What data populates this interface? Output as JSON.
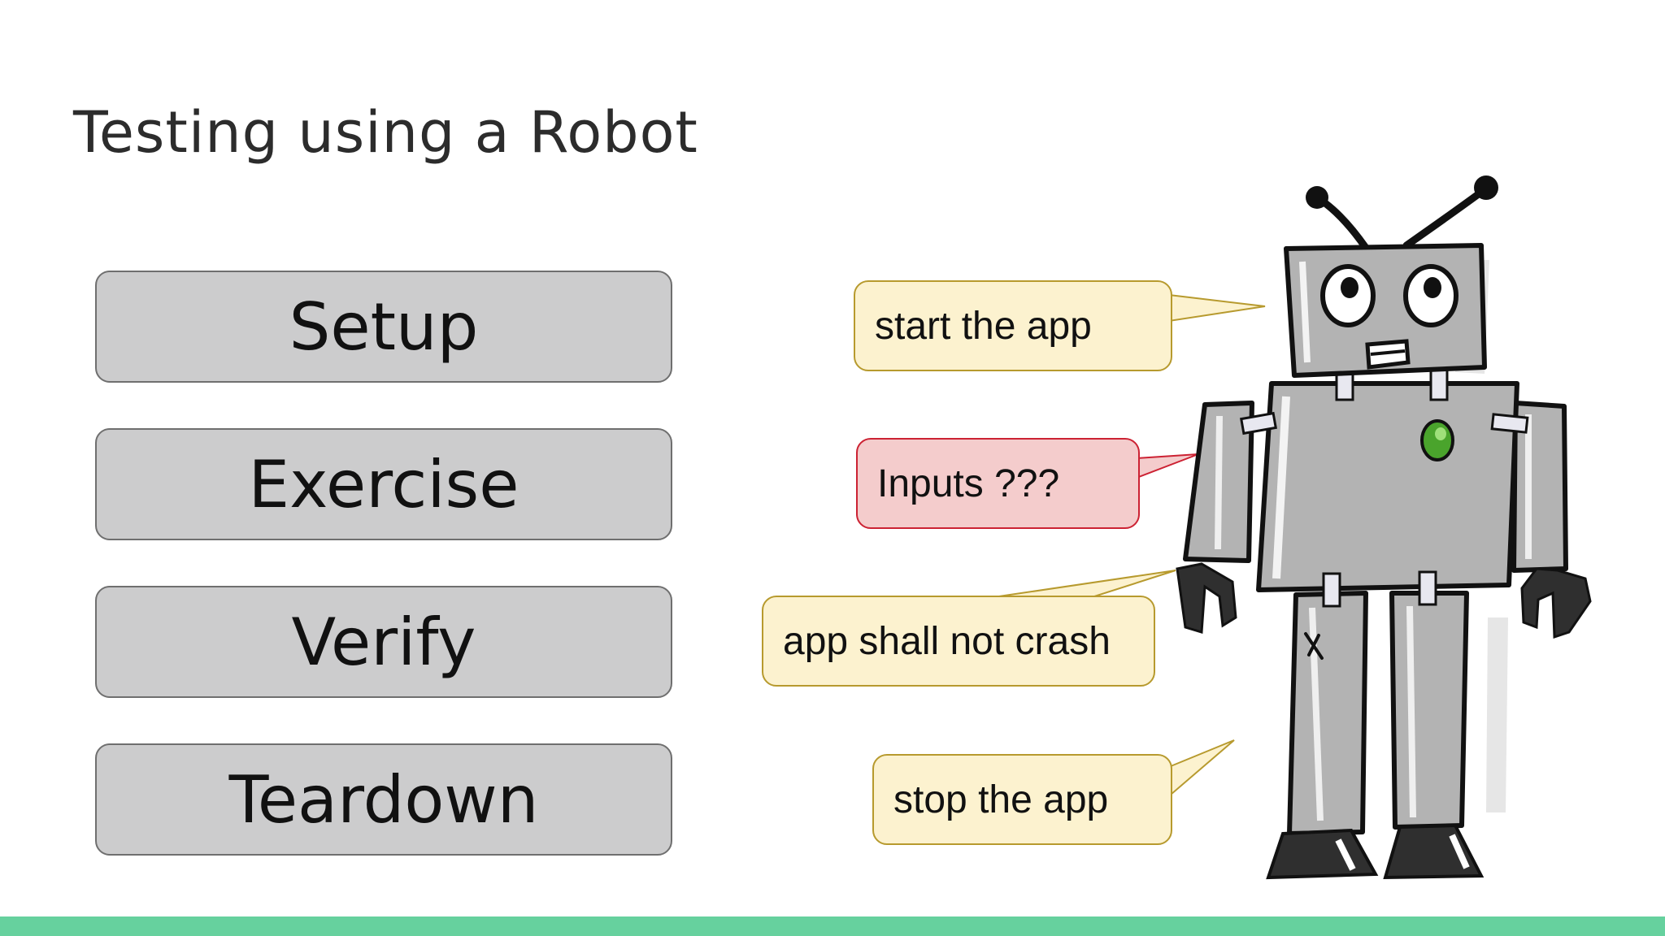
{
  "slide": {
    "title": "Testing using a Robot",
    "steps": [
      "Setup",
      "Exercise",
      "Verify",
      "Teardown"
    ],
    "bubbles": {
      "start": "start the app",
      "inputs": "Inputs ???",
      "crash": "app shall not crash",
      "stop": "stop the app"
    }
  },
  "colors": {
    "step_fill": "#cccccd",
    "bubble_yellow": "#fcf2cf",
    "bubble_red": "#f4cccc",
    "accent_bar": "#66d19e",
    "robot_body": "#b3b3b3"
  }
}
